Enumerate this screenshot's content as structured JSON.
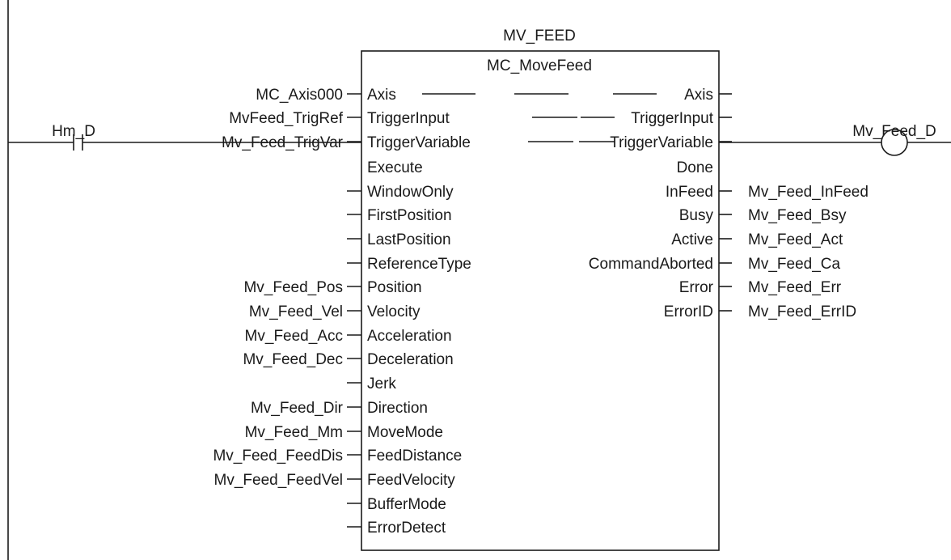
{
  "instance_name": "MV_FEED",
  "function_block": "MC_MoveFeed",
  "contact": {
    "label": "Hm_D"
  },
  "coil": {
    "label": "Mv_Feed_D"
  },
  "inputs": [
    {
      "pin": "Axis",
      "variable": "MC_Axis000",
      "inout": true
    },
    {
      "pin": "TriggerInput",
      "variable": "MvFeed_TrigRef",
      "inout": true
    },
    {
      "pin": "TriggerVariable",
      "variable": "Mv_Feed_TrigVar",
      "inout": true
    },
    {
      "pin": "Execute",
      "variable": ""
    },
    {
      "pin": "WindowOnly",
      "variable": ""
    },
    {
      "pin": "FirstPosition",
      "variable": ""
    },
    {
      "pin": "LastPosition",
      "variable": ""
    },
    {
      "pin": "ReferenceType",
      "variable": ""
    },
    {
      "pin": "Position",
      "variable": "Mv_Feed_Pos"
    },
    {
      "pin": "Velocity",
      "variable": "Mv_Feed_Vel"
    },
    {
      "pin": "Acceleration",
      "variable": "Mv_Feed_Acc"
    },
    {
      "pin": "Deceleration",
      "variable": "Mv_Feed_Dec"
    },
    {
      "pin": "Jerk",
      "variable": ""
    },
    {
      "pin": "Direction",
      "variable": "Mv_Feed_Dir"
    },
    {
      "pin": "MoveMode",
      "variable": "Mv_Feed_Mm"
    },
    {
      "pin": "FeedDistance",
      "variable": "Mv_Feed_FeedDis"
    },
    {
      "pin": "FeedVelocity",
      "variable": "Mv_Feed_FeedVel"
    },
    {
      "pin": "BufferMode",
      "variable": ""
    },
    {
      "pin": "ErrorDetect",
      "variable": ""
    }
  ],
  "outputs": [
    {
      "pin": "Axis",
      "variable": ""
    },
    {
      "pin": "TriggerInput",
      "variable": ""
    },
    {
      "pin": "TriggerVariable",
      "variable": ""
    },
    {
      "pin": "Done",
      "variable": ""
    },
    {
      "pin": "InFeed",
      "variable": "Mv_Feed_InFeed"
    },
    {
      "pin": "Busy",
      "variable": "Mv_Feed_Bsy"
    },
    {
      "pin": "Active",
      "variable": "Mv_Feed_Act"
    },
    {
      "pin": "CommandAborted",
      "variable": "Mv_Feed_Ca"
    },
    {
      "pin": "Error",
      "variable": "Mv_Feed_Err"
    },
    {
      "pin": "ErrorID",
      "variable": "Mv_Feed_ErrID"
    }
  ]
}
